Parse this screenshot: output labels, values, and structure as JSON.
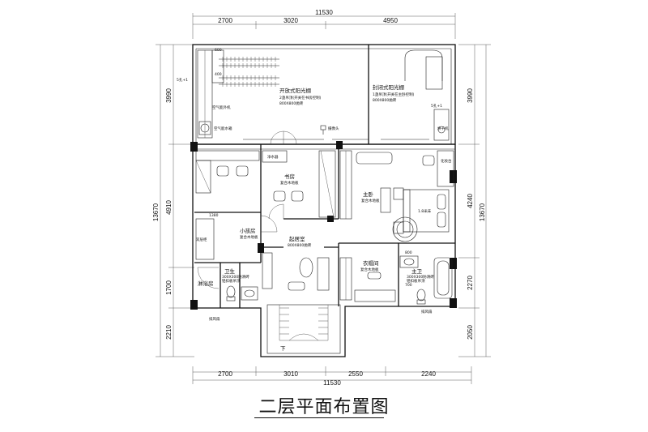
{
  "title": "二层平面布置图",
  "dims": {
    "top_total": "11530",
    "top": [
      "2700",
      "3020",
      "4950"
    ],
    "bottom": [
      "2700",
      "3010",
      "2550",
      "2240"
    ],
    "bottom_total": "11530",
    "left": [
      "3990",
      "4910",
      "1700",
      "2210"
    ],
    "left_total": "13670",
    "right": [
      "3990",
      "4240",
      "2270",
      "2050"
    ],
    "right_total": "13670"
  },
  "rooms": {
    "open_balcony": "开放式阳光棚",
    "open_balcony_note": "2盏吊顶(开关在书房控制)",
    "open_balcony_size": "800X800抛砖",
    "closed_balcony": "封闭式阳光棚",
    "closed_balcony_note": "1盏吊顶(开关在主卧控制)",
    "closed_balcony_size": "800X800抛砖",
    "study": "书房",
    "study_floor": "复合木地板",
    "master": "主卧",
    "master_floor": "复合木地板",
    "kids": "小孩房",
    "kids_floor": "复合木地板",
    "living": "起居室",
    "living_floor": "800X800抛砖",
    "closet": "衣帽间",
    "closet_floor": "复合木地板",
    "bath": "卫生",
    "bath_floor": "300X300防滑砖",
    "bath_ceiling": "铝扣板吊顶",
    "master_bath": "主卫",
    "master_bath_floor": "300X300防滑砖",
    "master_bath_ceiling": "铝扣板吊顶",
    "shower": "淋浴房",
    "down": "下"
  },
  "labels": {
    "ac_outdoor": "空气能外机",
    "ac_tank": "空气能水箱",
    "water_purifier": "净水器",
    "bed": "1.8米床",
    "vanity": "化妆台",
    "exhaust_fan": "排风扇",
    "exhaust_fan2": "排风扇",
    "camera": "摄像头",
    "dryer": "烘干机",
    "switch1": "5孔+1",
    "switch2": "5孔+1",
    "wardrobe_width": "1380",
    "width_600": "600",
    "width_400": "400",
    "width_800": "800",
    "width_700": "700",
    "side_label": "双层柜"
  }
}
